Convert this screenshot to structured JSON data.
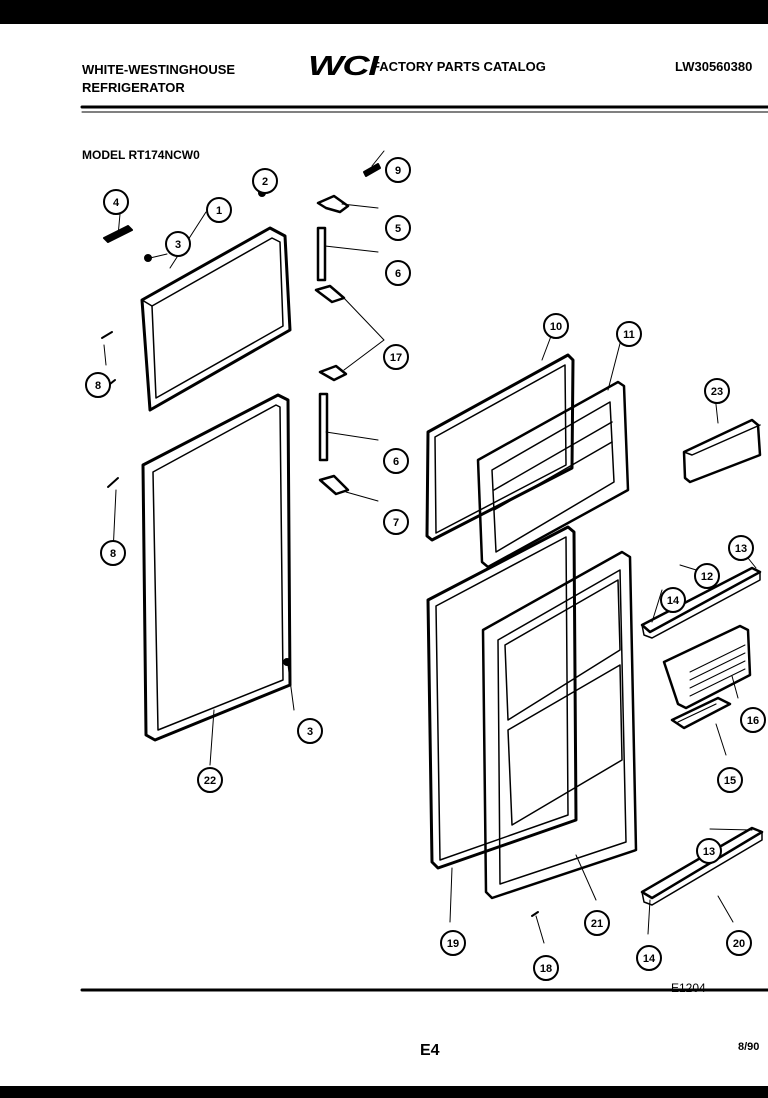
{
  "header": {
    "brand_line1": "WHITE-WESTINGHOUSE",
    "brand_line2": "REFRIGERATOR",
    "logo": "WCI",
    "catalog_title": "FACTORY PARTS CATALOG",
    "doc_number": "LW30560380"
  },
  "model": "MODEL RT174NCW0",
  "figure_code": "E1204",
  "footer": {
    "page": "E4",
    "date": "8/90"
  },
  "callouts": [
    "1",
    "2",
    "3",
    "3",
    "4",
    "5",
    "6",
    "6",
    "7",
    "8",
    "8",
    "9",
    "10",
    "11",
    "12",
    "13",
    "13",
    "14",
    "14",
    "15",
    "16",
    "17",
    "18",
    "19",
    "20",
    "21",
    "22",
    "23"
  ],
  "colors": {
    "ink": "#000000",
    "paper": "#ffffff",
    "background": "#000000"
  }
}
